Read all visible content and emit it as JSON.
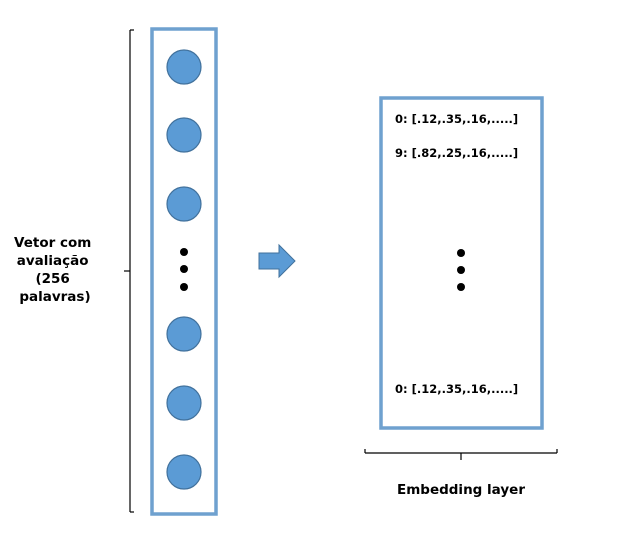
{
  "input_vector": {
    "label_lines": [
      "Vetor com",
      "avaliação",
      "(256",
      "palavras)"
    ]
  },
  "embedding_layer": {
    "caption": "Embedding layer",
    "rows": [
      "0: [.12,.35,.16,.....]",
      "9: [.82,.25,.16,.....]",
      "0: [.12,.35,.16,.....]"
    ]
  },
  "colors": {
    "box_stroke": "#6fa1cf",
    "node_fill": "#5b9bd5",
    "node_stroke": "#41719c",
    "arrow_fill": "#5b9bd5"
  }
}
